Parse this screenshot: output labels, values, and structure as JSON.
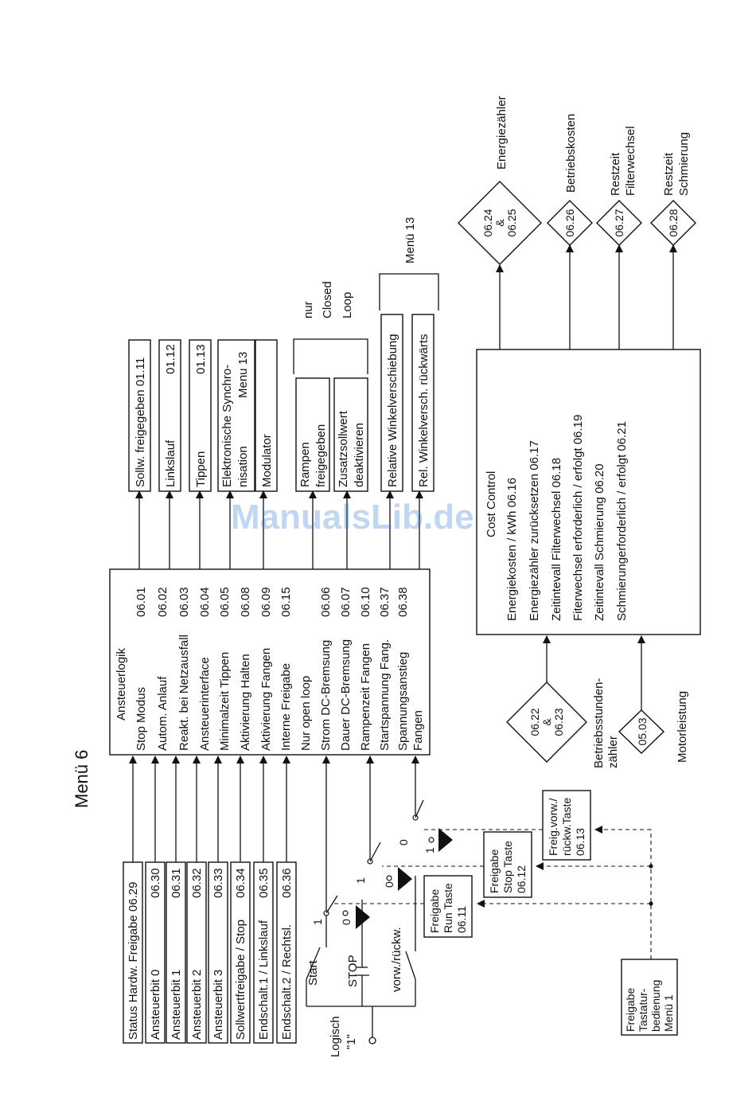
{
  "title": "Menü 6",
  "inputs": [
    {
      "text": "Status Hardw. Freigabe",
      "code": "06.29"
    },
    {
      "text": "Ansteuerbit 0",
      "code": "06.30"
    },
    {
      "text": "Ansteuerbit 1",
      "code": "06.31"
    },
    {
      "text": "Ansteuerbit 2",
      "code": "06.32"
    },
    {
      "text": "Ansteuerbit 3",
      "code": "06.33"
    },
    {
      "text": "Sollwertfreigabe / Stop",
      "code": "06.34"
    },
    {
      "text": "Endschalt.1 / Linkslauf",
      "code": "06.35"
    },
    {
      "text": "Endschalt.2 / Rechtsl.",
      "code": "06.36"
    }
  ],
  "logic_block": {
    "title": "Ansteuerlogik",
    "rows": [
      {
        "text": "Stop Modus",
        "code": "06.01"
      },
      {
        "text": "Autom. Anlauf",
        "code": "06.02"
      },
      {
        "text": "Reakt. bei  Netzausfall",
        "code": "06.03"
      },
      {
        "text": "Ansteuerinterface",
        "code": "06.04"
      },
      {
        "text": "Minimalzeit Tippen",
        "code": "06.05"
      },
      {
        "text": "Aktivierung Halten",
        "code": "06.08"
      },
      {
        "text": "Aktivierung Fangen",
        "code": "06.09"
      },
      {
        "text": "Interne Freigabe",
        "code": "06.15"
      },
      {
        "text": "Nur open loop",
        "code": ""
      },
      {
        "text": "Strom DC-Bremsung",
        "code": "06.06"
      },
      {
        "text": "Dauer DC-Bremsung",
        "code": "06.07"
      },
      {
        "text": "Rampenzeit Fangen",
        "code": "06.10"
      },
      {
        "text": "Startspannung Fang.",
        "code": "06.37"
      },
      {
        "text": "Spannungsanstieg",
        "code": "06.38"
      },
      {
        "text": "Fangen",
        "code": ""
      }
    ]
  },
  "outputs": [
    {
      "lines": [
        "Sollw. freigegeben 01.11"
      ]
    },
    {
      "lines": [
        "Linkslauf",
        "01.12"
      ]
    },
    {
      "lines": [
        "Tippen",
        "01.13"
      ]
    },
    {
      "lines": [
        "Elektronische Synchro-",
        "nisation",
        "Menu 13"
      ]
    },
    {
      "lines": [
        "Modulator"
      ]
    },
    {
      "lines": [
        "Rampen",
        "freigegeben"
      ]
    },
    {
      "lines": [
        "Zusatzsollwert",
        "deaktivieren"
      ]
    },
    {
      "lines": [
        "Relative Winkelverschiebung"
      ]
    },
    {
      "lines": [
        "Rel. Winkelversch. rückwärts"
      ]
    }
  ],
  "closed_loop_note": [
    "nur",
    "Closed",
    "Loop"
  ],
  "menu13_note": "Menü 13",
  "switches": {
    "logic_one": [
      "Logisch",
      "\"1\""
    ],
    "start": "Start",
    "stop": "STOP",
    "fwd_rev": "vorw./rückw.",
    "sw1": {
      "on": "1",
      "off": "0"
    },
    "sw2": {
      "on": "1",
      "off": "0"
    },
    "sw3": {
      "on": "0",
      "off": "1"
    }
  },
  "keypad_params": [
    {
      "lines": [
        "Freigabe",
        "Run Taste",
        "06.11"
      ]
    },
    {
      "lines": [
        "Freigabe",
        "Stop Taste",
        "06.12"
      ]
    },
    {
      "lines": [
        "Freig.vorw./",
        "rückw.Taste",
        "06.13"
      ]
    }
  ],
  "keypad_enable": [
    "Freigabe",
    "Tastatur-",
    "bedienung",
    "Menü 1"
  ],
  "cost_block": {
    "title": "Cost Control",
    "rows": [
      "Energiekosten / kWh  06.16",
      "Energiezähler zurücksetzen 06.17",
      "Zeitintevall Filterwechsel 06.18",
      "Fiterwechsel erforderlich / erfolgt 06.19",
      "Zeitintevall Schmierung 06.20",
      "Schmierungerforderlich / erfolgt 06.21"
    ]
  },
  "cost_inputs": [
    {
      "diamond": [
        "06.22",
        "&",
        "06.23"
      ],
      "label": [
        "Betriebsstunden-",
        "zähler"
      ]
    },
    {
      "diamond": [
        "05.03"
      ],
      "label": [
        "Motorleistung"
      ]
    }
  ],
  "cost_outputs": [
    {
      "diamond": [
        "06.24",
        "&",
        "06.25"
      ],
      "label": [
        "Energiezähler"
      ]
    },
    {
      "diamond": [
        "06.26"
      ],
      "label": [
        "Betriebskosten"
      ]
    },
    {
      "diamond": [
        "06.27"
      ],
      "label": [
        "Restzeit",
        "Filterwechsel"
      ]
    },
    {
      "diamond": [
        "06.28"
      ],
      "label": [
        "Restzeit",
        "Schmierung"
      ]
    }
  ],
  "watermark": "ManualsLib.de"
}
